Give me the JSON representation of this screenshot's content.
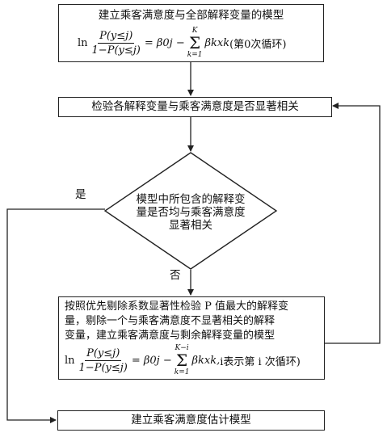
{
  "nodes": {
    "start": {
      "title": "建立乘客满意度与全部解释变量的模型",
      "formula": {
        "ln": "ln",
        "num": "P(y≤j)",
        "den": "1−P(y≤j)",
        "beta0": "= β0j −",
        "sum_top": "K",
        "sum_bottom": "k=1",
        "term": "βkxk",
        "note": "(第0次循环)"
      }
    },
    "test": {
      "text": "检验各解释变量与乘客满意度是否显著相关"
    },
    "decision": {
      "line1": "模型中所包含的解释变",
      "line2": "量是否均与乘客满意度",
      "line3": "显著相关"
    },
    "eliminate": {
      "line1": "按照优先剔除系数显著性检验 P 值最大的解释变",
      "line2": "量，剔除一个与乘客满意度不显著相关的解释",
      "line3": "变量，建立乘客满意度与剩余解释变量的模型",
      "formula": {
        "ln": "ln",
        "num": "P(y≤j)",
        "den": "1−P(y≤j)",
        "beta0": "= β0j −",
        "sum_top": "K−i",
        "sum_bottom": "k=1",
        "term": "βkxk,",
        "note": "i表示第 i 次循环)"
      }
    },
    "final": {
      "text": "建立乘客满意度估计模型"
    }
  },
  "edge_labels": {
    "yes": "是",
    "no": "否"
  }
}
